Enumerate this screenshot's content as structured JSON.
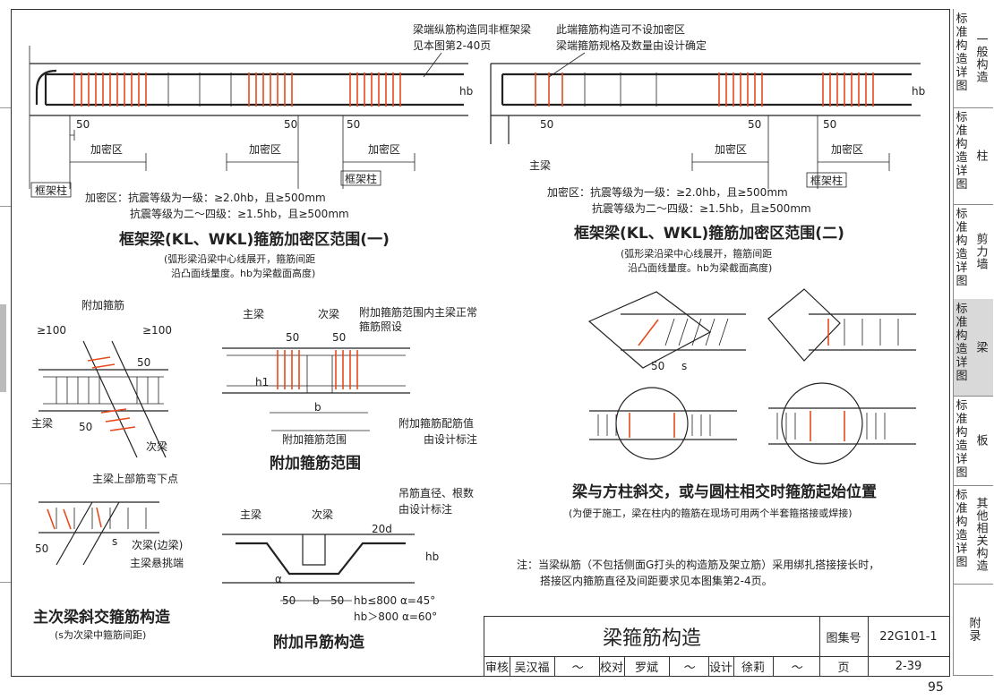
{
  "sidebar": {
    "tabs": [
      {
        "col1": [
          "标",
          "准",
          "构",
          "造",
          "详",
          "图"
        ],
        "col2": "一般构造",
        "active": false
      },
      {
        "col1": [
          "标",
          "准",
          "构",
          "造",
          "详",
          "图"
        ],
        "col2": "柱",
        "active": false
      },
      {
        "col1": [
          "标",
          "准",
          "构",
          "造",
          "详",
          "图"
        ],
        "col2": "剪力墙",
        "active": false
      },
      {
        "col1": [
          "标",
          "准",
          "构",
          "造",
          "详",
          "图"
        ],
        "col2": "梁",
        "active": true
      },
      {
        "col1": [
          "标",
          "准",
          "构",
          "造",
          "详",
          "图"
        ],
        "col2": "板",
        "active": false
      },
      {
        "col1": [
          "标",
          "准",
          "构",
          "造",
          "详",
          "图"
        ],
        "col2": "其他相关构造",
        "active": false
      },
      {
        "col1": [],
        "col2": "附录",
        "active": false
      }
    ]
  },
  "fig1": {
    "note_top": "梁端纵筋构造同非框架梁",
    "note_top2": "见本图第2-40页",
    "zone1": "加密区",
    "zone2": "加密区",
    "zone3": "加密区",
    "dim50a": "50",
    "dim50b": "50",
    "dim50c": "50",
    "hb": "hb",
    "col_left": "框架柱",
    "col_right": "框架柱",
    "req1": "加密区：抗震等级为一级：≥2.0hb，且≥500mm",
    "req2": "抗震等级为二～四级：≥1.5hb，且≥500mm",
    "title": "框架梁(KL、WKL)箍筋加密区范围(一)",
    "sub1": "(弧形梁沿梁中心线展开，箍筋间距",
    "sub2": "沿凸面线量度。hb为梁截面高度)"
  },
  "fig2": {
    "note1": "此端箍筋构造可不设加密区",
    "note2": "梁端箍筋规格及数量由设计确定",
    "main_beam": "主梁",
    "zone1": "加密区",
    "zone2": "加密区",
    "dim50a": "50",
    "dim50b": "50",
    "dim50c": "50",
    "hb": "hb",
    "col": "框架柱",
    "req1": "加密区：抗震等级为一级：≥2.0hb，且≥500mm",
    "req2": "抗震等级为二～四级：≥1.5hb，且≥500mm",
    "title": "框架梁(KL、WKL)箍筋加密区范围(二)",
    "sub1": "(弧形梁沿梁中心线展开，箍筋间距",
    "sub2": "沿凸面线量度。hb为梁截面高度)"
  },
  "fig3": {
    "label_top": "附加箍筋",
    "dim_left": "≥100",
    "dim_right": "≥100",
    "d50a": "50",
    "d50b": "50",
    "main": "主梁",
    "sec": "次梁"
  },
  "fig4": {
    "main": "主梁",
    "sec": "次梁",
    "note1": "附加箍筋范围内主梁正常",
    "note2": "箍筋照设",
    "d50a": "50",
    "d50b": "50",
    "h1": "h1",
    "b": "b",
    "range": "附加箍筋范围",
    "note3": "附加箍筋配筋值",
    "note4": "由设计标注",
    "title": "附加箍筋范围"
  },
  "fig5": {
    "note": "主梁上部筋弯下点",
    "s": "s",
    "d50": "50",
    "sec": "次梁(边梁)",
    "cant": "主梁悬挑端",
    "title": "主次梁斜交箍筋构造",
    "sub": "(s为次梁中箍筋间距)"
  },
  "fig6": {
    "main": "主梁",
    "sec": "次梁",
    "note1": "吊筋直径、根数",
    "note2": "由设计标注",
    "d20": "20d",
    "hb": "hb",
    "alpha": "α",
    "d50a": "50",
    "d50b": "50",
    "b": "b",
    "r1": "hb≤800  α=45°",
    "r2": "hb＞800  α=60°",
    "title": "附加吊筋构造"
  },
  "fig7": {
    "d50": "50",
    "s": "s",
    "title": "梁与方柱斜交，或与圆柱相交时箍筋起始位置",
    "sub": "(为便于施工，梁在柱内的箍筋在现场可用两个半套箍搭接或焊接)"
  },
  "note": {
    "line1": "注：当梁纵筋（不包括侧面G打头的构造筋及架立筋）采用绑扎搭接接长时，",
    "line2": "搭接区内箍筋直径及间距要求见本图集第2-4页。"
  },
  "titleblock": {
    "title": "梁箍筋构造",
    "set_label": "图集号",
    "set_value": "22G101-1",
    "review": "审核",
    "reviewer": "吴汉福",
    "check": "校对",
    "checker": "罗斌",
    "design": "设计",
    "designer": "徐莉",
    "page_label": "页",
    "page_value": "2-39"
  },
  "page_number": "95"
}
